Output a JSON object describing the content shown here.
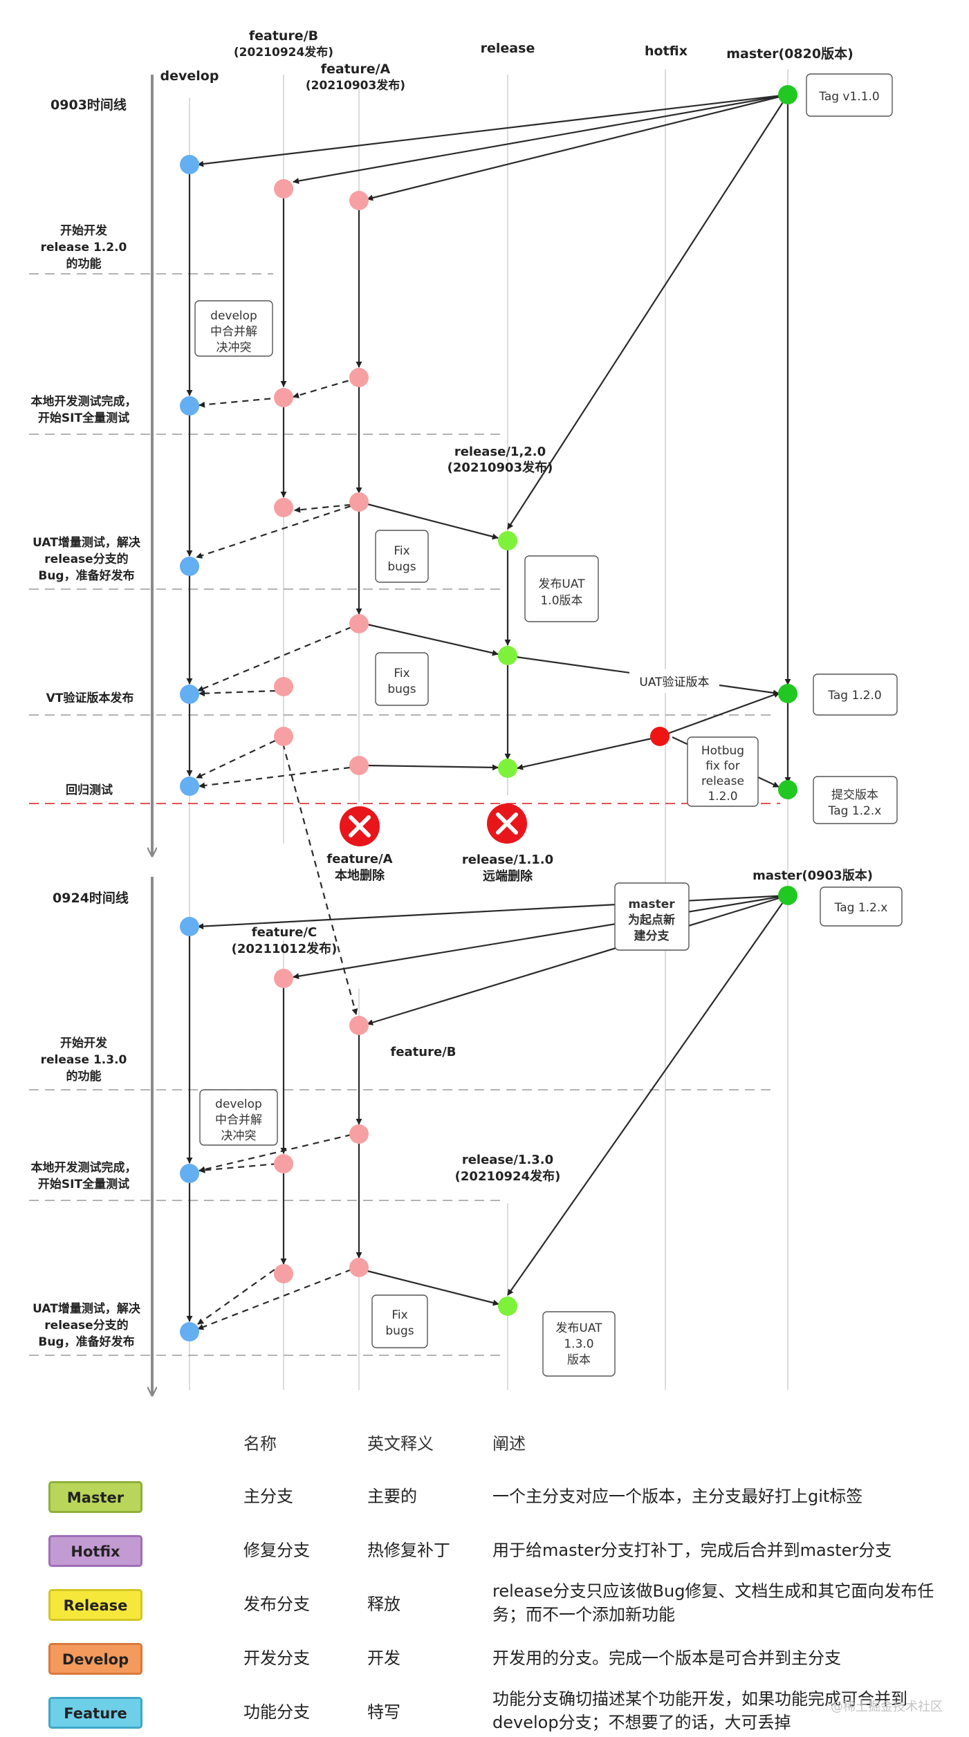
{
  "columns": {
    "develop": "develop",
    "feature_b": "feature/B",
    "feature_b_date": "(20210924发布)",
    "feature_a": "feature/A",
    "feature_a_date": "(20210903发布)",
    "release": "release",
    "hotfix": "hotfix",
    "master": "master(0820版本)"
  },
  "stages_top": [
    "0903时间线",
    "开始开发\nrelease 1.2.0\n的功能",
    "本地开发测试完成，\n开始SIT全量测试",
    "UAT增量测试，解决\nrelease分支的\nBug，准备好发布",
    "VT验证版本发布",
    "回归测试"
  ],
  "stages_bottom": [
    "0924时间线",
    "开始开发\nrelease 1.3.0\n的功能",
    "本地开发测试完成，\n开始SIT全量测试",
    "UAT增量测试，解决\nrelease分支的\nBug，准备好发布"
  ],
  "boxes": {
    "tag_110": "Tag v1.1.0",
    "develop_merge_1": "develop\n中合并解\n决冲突",
    "fix_bugs_1": "Fix\nbugs",
    "publish_uat_1": "发布UAT\n1.0版本",
    "fix_bugs_2": "Fix\nbugs",
    "tag_120": "Tag 1.2.0",
    "hotbug": "Hotbug\nfix for\nrelease\n1.2.0",
    "submit_version": "提交版本\nTag 1.2.x",
    "master_new_branch": "master\n为起点新\n建分支",
    "tag_12x": "Tag 1.2.x",
    "develop_merge_2": "develop\n中合并解\n决冲突",
    "fix_bugs_3": "Fix\nbugs",
    "publish_uat_2": "发布UAT\n1.3.0\n版本"
  },
  "labels": {
    "release_120": "release/1,2.0\n(20210903发布)",
    "uat_verify": "UAT验证版本",
    "feature_a_deleted": "feature/A\n本地删除",
    "release_110_deleted": "release/1.1.0\n远端删除",
    "master_0903": "master(0903版本)",
    "feature_c": "feature/C\n(20211012发布)",
    "feature_b_new": "feature/B",
    "release_130": "release/1.3.0\n(20210924发布)"
  },
  "legend": {
    "headers": [
      "名称",
      "英文释义",
      "阐述"
    ],
    "rows": [
      {
        "badge": "Master",
        "fill": "#b9d65a",
        "stroke": "#8fb03a",
        "name": "主分支",
        "english": "主要的",
        "desc": "一个主分支对应一个版本，主分支最好打上git标签"
      },
      {
        "badge": "Hotfix",
        "fill": "#c39bd3",
        "stroke": "#9f6db5",
        "name": "修复分支",
        "english": "热修复补丁",
        "desc": "用于给master分支打补丁，完成后合并到master分支"
      },
      {
        "badge": "Release",
        "fill": "#f5e83a",
        "stroke": "#d4c625",
        "name": "发布分支",
        "english": "释放",
        "desc": "release分支只应该做Bug修复、文档生成和其它面向发布任务；而不一个添加新功能"
      },
      {
        "badge": "Develop",
        "fill": "#f39a5c",
        "stroke": "#d8783a",
        "name": "开发分支",
        "english": "开发",
        "desc": "开发用的分支。完成一个版本是可合并到主分支"
      },
      {
        "badge": "Feature",
        "fill": "#6ecfe9",
        "stroke": "#3fa7c6",
        "name": "功能分支",
        "english": "特写",
        "desc": "功能分支确切描述某个功能开发，如果功能完成可合并到develop分支；不想要了的话，大可丢掉"
      }
    ]
  },
  "watermark": "@稀土掘金技术社区",
  "colors": {
    "develop_node": "#64aef2",
    "feature_node": "#f7a0a3",
    "release_node": "#7ef23a",
    "master_node": "#22c822",
    "hotfix_node": "#f01515",
    "delete_mark": "#e8161b"
  }
}
